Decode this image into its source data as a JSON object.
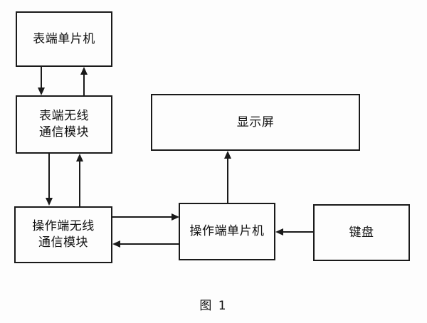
{
  "figure": {
    "caption": "图 1",
    "background_color": "#fdfdfd",
    "line_color": "#1a1a1a",
    "text_color": "#111111"
  },
  "blocks": {
    "meter_mcu": {
      "label": "表端单片机"
    },
    "meter_wireless": {
      "label": "表端无线\n通信模块"
    },
    "op_wireless": {
      "label": "操作端无线\n通信模块"
    },
    "display": {
      "label": "显示屏"
    },
    "op_mcu": {
      "label": "操作端单片机"
    },
    "keyboard": {
      "label": "键盘"
    }
  },
  "connections": [
    {
      "name": "meter-mcu-to-meter-wireless",
      "from": "meter_mcu",
      "to": "meter_wireless",
      "direction": "down"
    },
    {
      "name": "meter-wireless-to-meter-mcu",
      "from": "meter_wireless",
      "to": "meter_mcu",
      "direction": "up"
    },
    {
      "name": "meter-wireless-to-op-wireless",
      "from": "meter_wireless",
      "to": "op_wireless",
      "direction": "down"
    },
    {
      "name": "op-wireless-to-meter-wireless",
      "from": "op_wireless",
      "to": "meter_wireless",
      "direction": "up"
    },
    {
      "name": "op-wireless-to-op-mcu",
      "from": "op_wireless",
      "to": "op_mcu",
      "direction": "right"
    },
    {
      "name": "op-mcu-to-op-wireless",
      "from": "op_mcu",
      "to": "op_wireless",
      "direction": "left"
    },
    {
      "name": "op-mcu-to-display",
      "from": "op_mcu",
      "to": "display",
      "direction": "up"
    },
    {
      "name": "keyboard-to-op-mcu",
      "from": "keyboard",
      "to": "op_mcu",
      "direction": "left"
    }
  ]
}
